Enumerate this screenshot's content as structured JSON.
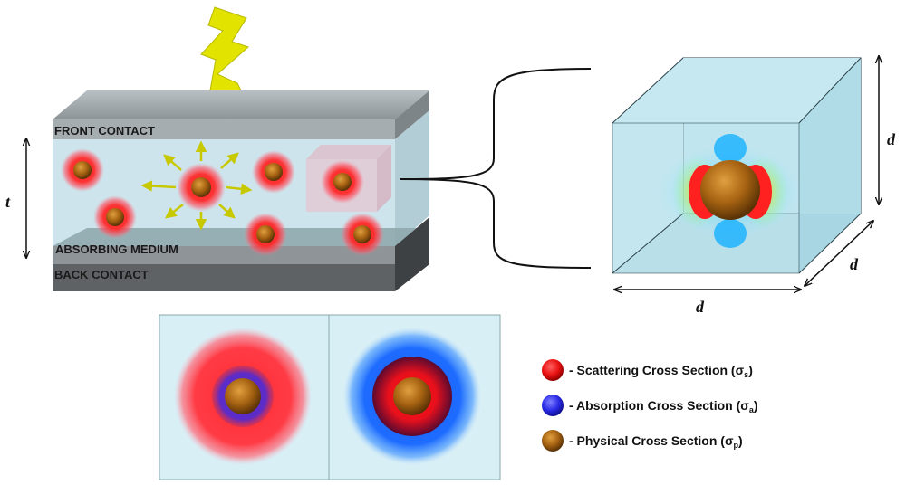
{
  "device": {
    "front_contact": "FRONT CONTACT",
    "absorbing_medium": "ABSORBING MEDIUM",
    "back_contact": "BACK CONTACT",
    "thickness_symbol": "t"
  },
  "unit_cell": {
    "dim_height": "d",
    "dim_depth": "d",
    "dim_width": "d"
  },
  "legend": {
    "items": [
      {
        "text": "- Scattering Cross Section (σ",
        "sub": "s",
        "close": ")",
        "color": "#e8141c"
      },
      {
        "text": "- Absorption Cross Section (σ",
        "sub": "a",
        "close": ")",
        "color": "#2a2ae6"
      },
      {
        "text": "- Physical Cross Section (σ",
        "sub": "p",
        "close": ")",
        "color": "#8b5a10"
      }
    ]
  },
  "icons": {
    "light": "lightning-bolt-icon",
    "light_color": "#e2e400"
  }
}
